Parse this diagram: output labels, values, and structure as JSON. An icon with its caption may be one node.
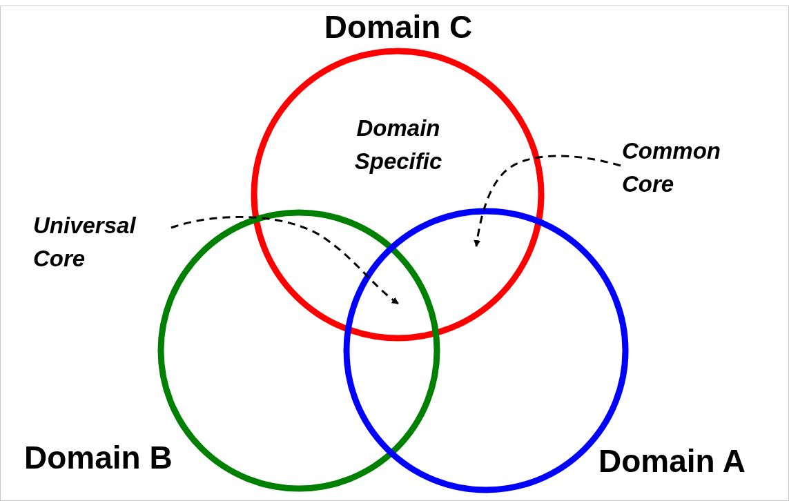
{
  "diagram": {
    "nodes": [
      {
        "text": [
          "Domain C",
          "Domain Specific"
        ]
      },
      {
        "text": [
          "Domain B"
        ]
      },
      {
        "text": [
          "Domain A"
        ]
      },
      {
        "text": [
          "Universal Core"
        ]
      },
      {
        "text": [
          "Common Core"
        ]
      }
    ],
    "edges": [
      {
        "from": 3,
        "to": 1,
        "arrow": "to",
        "style": "dashed"
      },
      {
        "from": 4,
        "to": 2,
        "arrow": "to",
        "style": "dashed"
      }
    ]
  }
}
